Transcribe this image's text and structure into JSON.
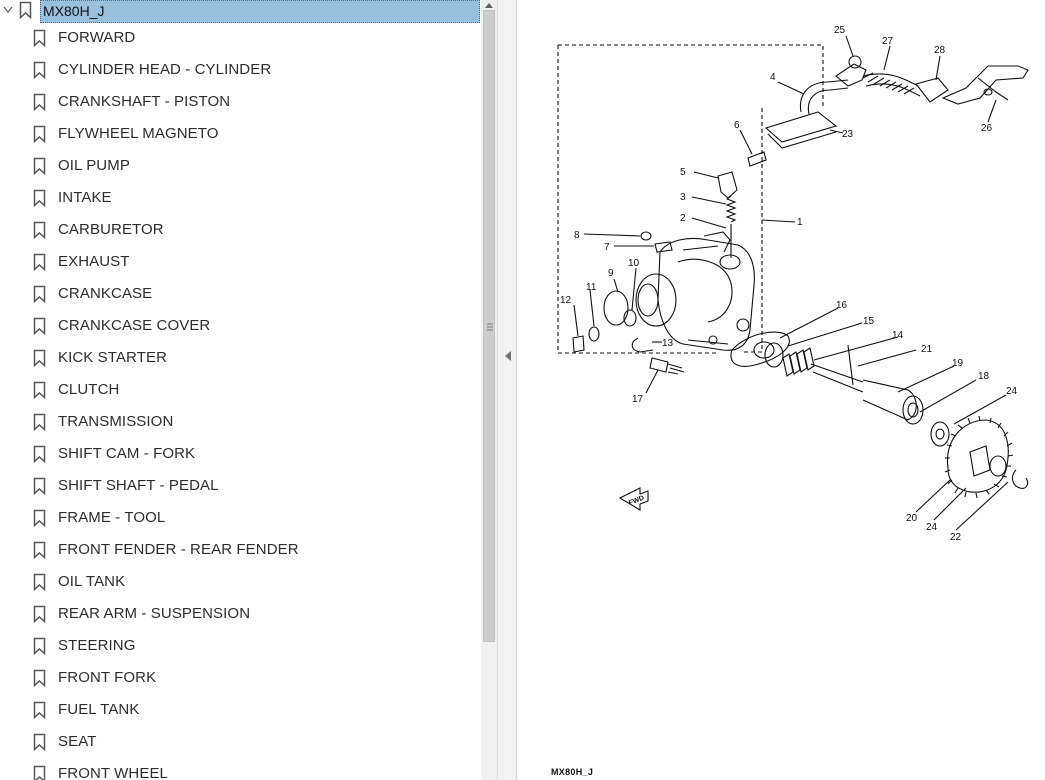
{
  "bookmarks": {
    "root_label": "MX80H_J",
    "items": [
      {
        "label": "FORWARD"
      },
      {
        "label": "CYLINDER HEAD - CYLINDER"
      },
      {
        "label": "CRANKSHAFT - PISTON"
      },
      {
        "label": "FLYWHEEL MAGNETO"
      },
      {
        "label": "OIL PUMP"
      },
      {
        "label": "INTAKE"
      },
      {
        "label": "CARBURETOR"
      },
      {
        "label": "EXHAUST"
      },
      {
        "label": "CRANKCASE"
      },
      {
        "label": "CRANKCASE COVER"
      },
      {
        "label": "KICK STARTER"
      },
      {
        "label": "CLUTCH"
      },
      {
        "label": "TRANSMISSION"
      },
      {
        "label": "SHIFT CAM - FORK"
      },
      {
        "label": "SHIFT SHAFT - PEDAL"
      },
      {
        "label": "FRAME - TOOL"
      },
      {
        "label": "FRONT FENDER - REAR FENDER"
      },
      {
        "label": "OIL TANK"
      },
      {
        "label": "REAR ARM - SUSPENSION"
      },
      {
        "label": "STEERING"
      },
      {
        "label": "FRONT FORK"
      },
      {
        "label": "FUEL TANK"
      },
      {
        "label": "SEAT"
      },
      {
        "label": "FRONT WHEEL"
      }
    ]
  },
  "icons": {
    "bookmark": "bookmark-icon",
    "expand": "chevron-down-icon",
    "collapse_pane": "triangle-left-icon",
    "scroll_up": "triangle-up-icon",
    "grip": "scrollbar-grip-icon"
  },
  "colors": {
    "selected_bg": "#99c0dc",
    "text": "#2d2d2d",
    "scrollbar_thumb": "#cdcdcd"
  },
  "diagram": {
    "part_numbers": [
      "1",
      "2",
      "3",
      "4",
      "5",
      "6",
      "7",
      "8",
      "9",
      "10",
      "11",
      "12",
      "13",
      "14",
      "15",
      "16",
      "17",
      "18",
      "19",
      "20",
      "21",
      "22",
      "23",
      "24",
      "24",
      "25",
      "26",
      "27",
      "28"
    ],
    "fwd_label": "FWD",
    "footer": "MX80H_J"
  }
}
